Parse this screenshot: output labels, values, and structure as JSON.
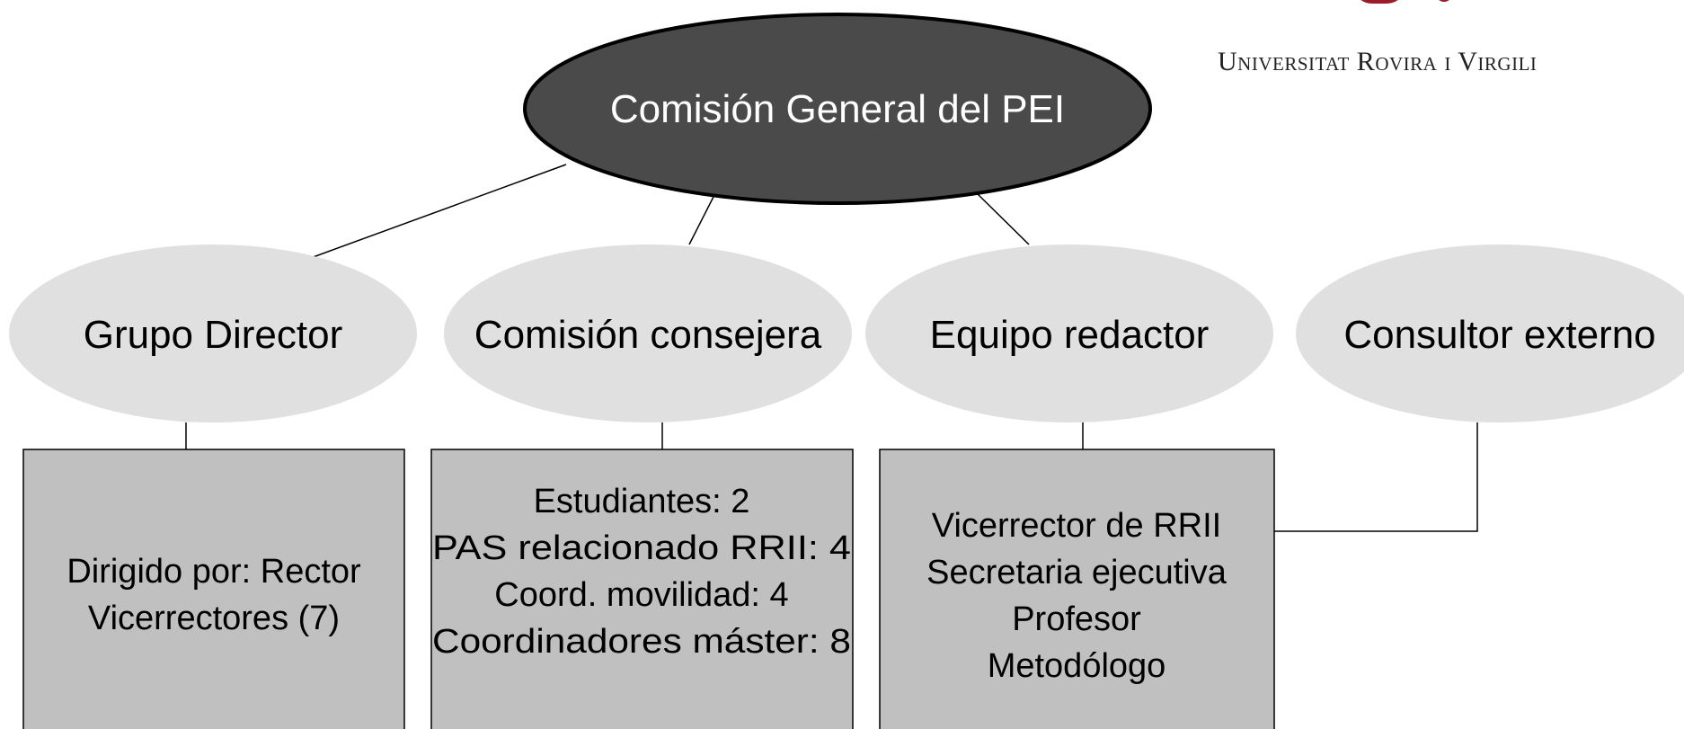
{
  "logo": {
    "text": "Universitat Rovira i Virgili",
    "color": "#9b1b2a"
  },
  "colors": {
    "root_fill": "#4a4a4a",
    "group_fill": "#e0e0e0",
    "box_fill": "#c0c0c0",
    "line": "#000000"
  },
  "root": {
    "label": "Comisión General del PEI"
  },
  "groups": [
    {
      "label": "Grupo Director"
    },
    {
      "label": "Comisión consejera"
    },
    {
      "label": "Equipo redactor"
    },
    {
      "label": "Consultor externo"
    }
  ],
  "boxes": [
    {
      "lines": [
        "Dirigido por: Rector",
        "Vicerrectores (7)"
      ]
    },
    {
      "lines": [
        "Estudiantes: 2",
        "PAS relacionado  RRII: 4",
        "Coord. movilidad: 4",
        "Coordinadores máster: 8"
      ]
    },
    {
      "lines": [
        "Vicerrector de RRII",
        "Secretaria ejecutiva",
        "Profesor",
        "Metodólogo"
      ]
    }
  ]
}
